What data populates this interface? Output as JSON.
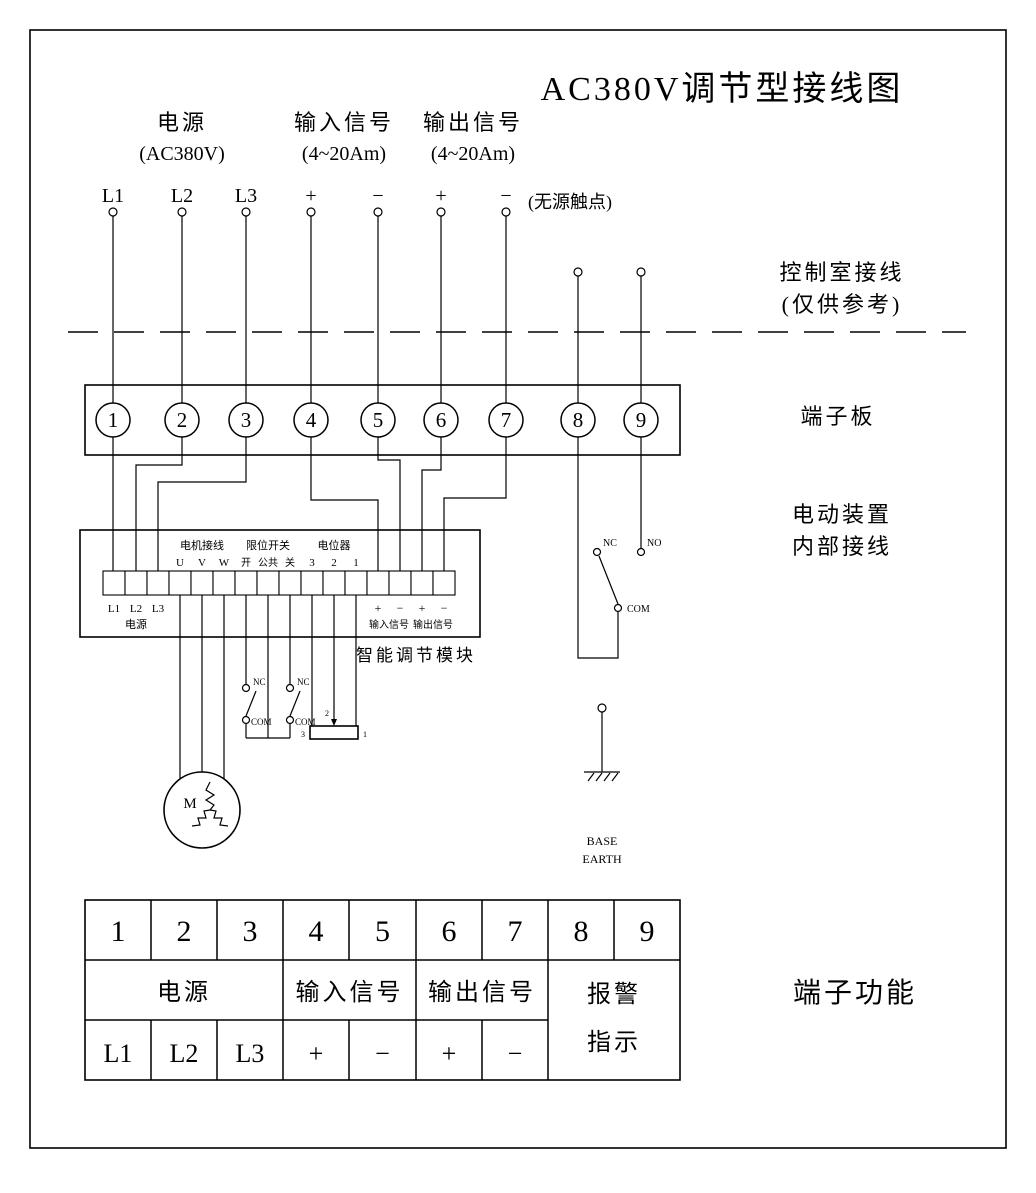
{
  "title": "AC380V调节型接线图",
  "header": {
    "power_label": "电源",
    "power_spec": "(AC380V)",
    "input_label": "输入信号",
    "input_spec": "(4~20Am)",
    "output_label": "输出信号",
    "output_spec": "(4~20Am)",
    "dry_contact": "(无源触点)"
  },
  "wire_labels": [
    "L1",
    "L2",
    "L3",
    "+",
    "−",
    "+",
    "−"
  ],
  "annotations": {
    "control_room_line1": "控制室接线",
    "control_room_line2": "(仅供参考)",
    "terminal_board": "端子板",
    "internal_line1": "电动装置",
    "internal_line2": "内部接线",
    "terminal_function": "端子功能"
  },
  "terminal_numbers": [
    "1",
    "2",
    "3",
    "4",
    "5",
    "6",
    "7",
    "8",
    "9"
  ],
  "module": {
    "name": "智能调节模块",
    "motor_group_label": "电机接线",
    "motor_terminals": [
      "U",
      "V",
      "W"
    ],
    "limit_group_label": "限位开关",
    "limit_terminals": [
      "开",
      "公共",
      "关"
    ],
    "pot_group_label": "电位器",
    "pot_terminals": [
      "3",
      "2",
      "1"
    ],
    "power_terminals": [
      "L1",
      "L2",
      "L3"
    ],
    "power_label": "电源",
    "signs": [
      "+",
      "−"
    ],
    "input_label": "输入信号",
    "output_label": "输出信号"
  },
  "contacts": {
    "nc": "NC",
    "no": "NO",
    "com": "COM"
  },
  "motor_label": "M",
  "ground": {
    "line1": "BASE",
    "line2": "EARTH"
  },
  "table": {
    "numbers": [
      "1",
      "2",
      "3",
      "4",
      "5",
      "6",
      "7",
      "8",
      "9"
    ],
    "power": "电源",
    "input": "输入信号",
    "output": "输出信号",
    "alarm_line1": "报警",
    "alarm_line2": "指示",
    "bottom": [
      "L1",
      "L2",
      "L3",
      "+",
      "−",
      "+",
      "−"
    ]
  }
}
